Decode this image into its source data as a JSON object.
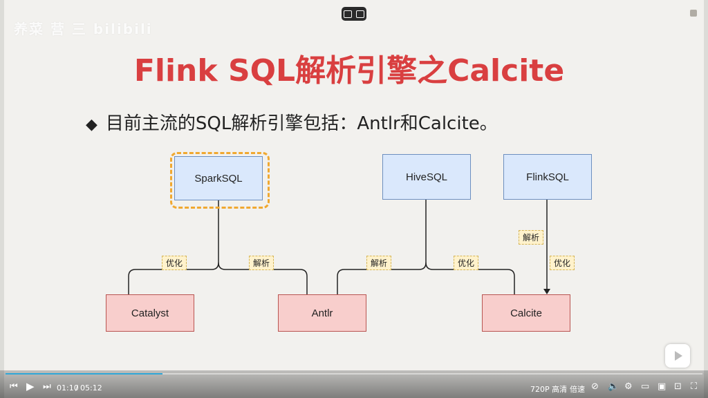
{
  "watermark": {
    "text": "养菜 营 三 bilibili"
  },
  "slide": {
    "title": "Flink SQL解析引擎之Calcite",
    "bullet": "目前主流的SQL解析引擎包括：Antlr和Calcite。",
    "boxes": {
      "sparksql": "SparkSQL",
      "hivesql": "HiveSQL",
      "flinksql": "FlinkSQL",
      "catalyst": "Catalyst",
      "antlr": "Antlr",
      "calcite": "Calcite"
    },
    "labels": {
      "spark_optimize": "优化",
      "spark_parse": "解析",
      "hive_parse": "解析",
      "hive_optimize": "优化",
      "flink_parse": "解析",
      "flink_optimize": "优化"
    }
  },
  "player": {
    "time_current": "01:10",
    "time_separator": "/",
    "time_total": "05:12",
    "progress": 0.225,
    "quality": "720P 高清",
    "speed": "倍速",
    "icons": [
      "skip-prev-icon",
      "play-icon",
      "skip-next-icon",
      "danmaku-off-icon",
      "volume-icon",
      "settings-icon",
      "picture-in-picture-icon",
      "widescreen-icon",
      "web-fullscreen-icon",
      "fullscreen-icon"
    ]
  }
}
